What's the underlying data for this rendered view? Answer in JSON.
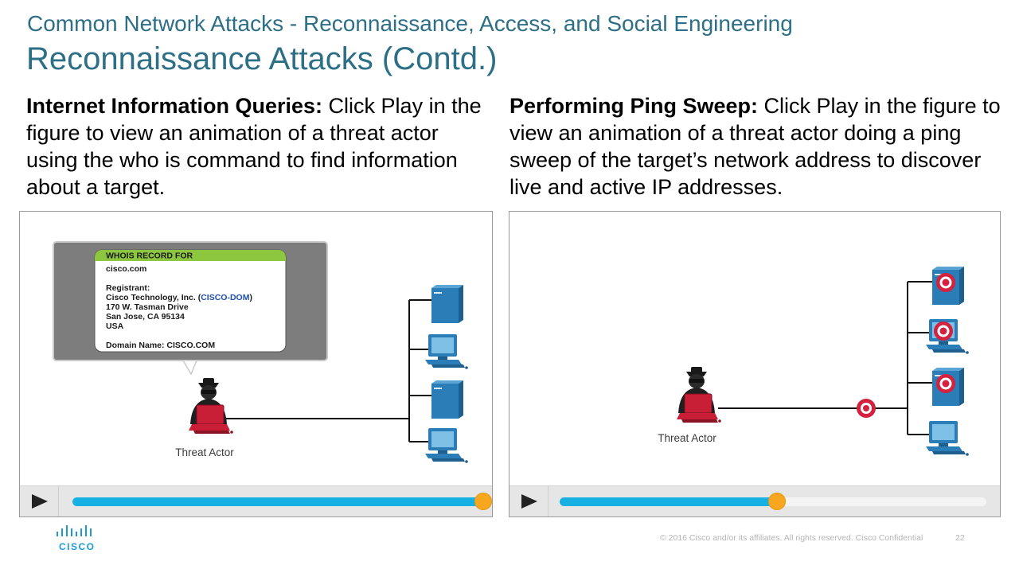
{
  "header": {
    "subtitle": "Common Network Attacks - Reconnaissance, Access, and Social Engineering",
    "title": "Reconnaissance Attacks (Contd.)"
  },
  "left": {
    "heading": "Internet Information Queries:",
    "body": " Click Play in the figure to view an animation of a threat actor using the who is command to find information about a target.",
    "whois": {
      "header": "WHOIS RECORD FOR",
      "domain": "cisco.com",
      "registrant_label": "Registrant:",
      "org_prefix": "Cisco Technology, Inc. (",
      "org_handle": "CISCO-DOM",
      "org_suffix": ")",
      "street": "170 W. Tasman Drive",
      "city": "San Jose, CA 95134",
      "country": "USA",
      "domain_name": "Domain Name: CISCO.COM"
    },
    "actor_label": "Threat Actor",
    "player": {
      "progress": 1.0
    }
  },
  "right": {
    "heading": "Performing Ping Sweep:",
    "body": " Click Play in the figure to view an animation of a threat actor doing a ping sweep of the target’s network address to discover live and active IP addresses.",
    "actor_label": "Threat Actor",
    "player": {
      "progress": 0.51
    }
  },
  "colors": {
    "title": "#2d6f86",
    "whois_header": "#8dc63f",
    "handle": "#1f4fa8",
    "server": "#2b7db7",
    "target": "#d3213f",
    "progress": "#17b0e3",
    "knob": "#f6a71f"
  },
  "icons": [
    "play-icon",
    "server-icon",
    "workstation-icon",
    "threat-actor-icon",
    "target-icon",
    "cisco-logo"
  ],
  "footer": {
    "logo_text": "CISCO",
    "copyright": "© 2016  Cisco and/or its affiliates. All rights reserved.   Cisco Confidential",
    "page": "22"
  }
}
